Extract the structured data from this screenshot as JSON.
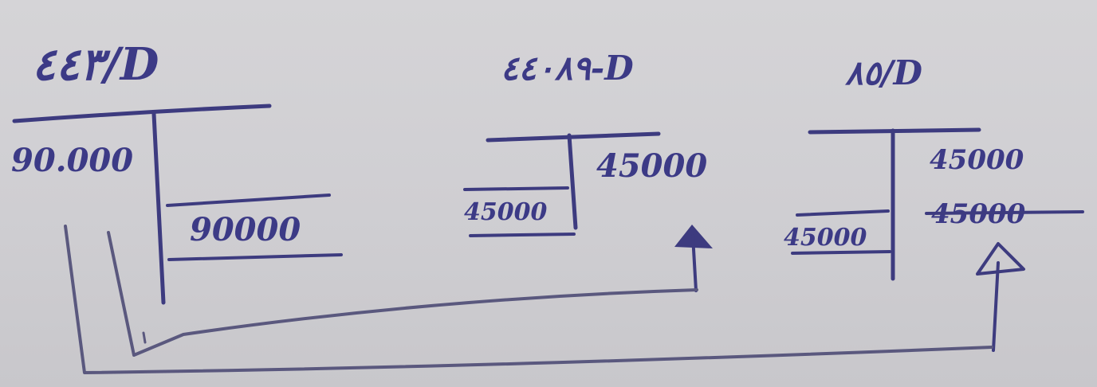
{
  "ledger_accounts": [
    {
      "title": "٤٤٣/D",
      "debit_entries": [
        "90.000"
      ],
      "credit_entries": [
        "90000"
      ]
    },
    {
      "title": "٤٤٠٨٩-D",
      "debit_entries": [
        "45000"
      ],
      "credit_entries": [
        "45000"
      ]
    },
    {
      "title": "٨٥/D",
      "debit_entries": [
        "45000"
      ],
      "credit_entries": [
        "45000",
        "45000"
      ]
    }
  ],
  "ink_color": "#3d3b7f",
  "paper_color": "#d2d1d5"
}
